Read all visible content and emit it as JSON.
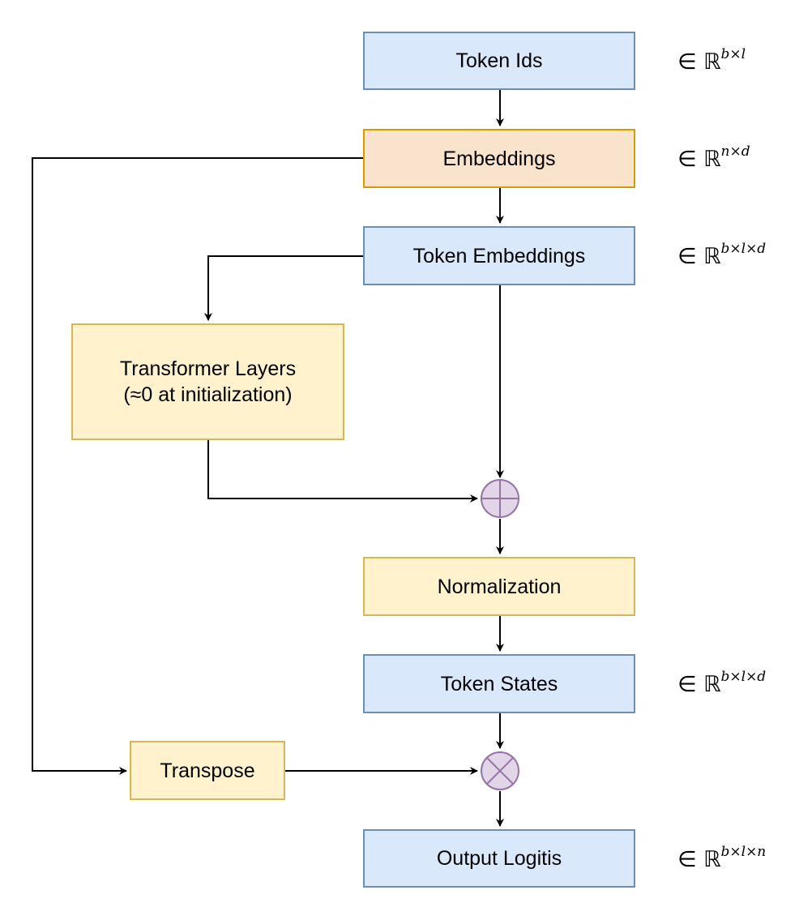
{
  "nodes": {
    "token_ids": "Token Ids",
    "embeddings": "Embeddings",
    "token_embeddings": "Token Embeddings",
    "transformer_layers": "Transformer Layers",
    "transformer_note": "(≈0 at initialization)",
    "normalization": "Normalization",
    "token_states": "Token States",
    "transpose": "Transpose",
    "output_logits": "Output Logitis"
  },
  "dims": {
    "token_ids": {
      "member": "∈ ℝ",
      "shape": "b×l"
    },
    "embeddings": {
      "member": "∈ ℝ",
      "shape": "n×d"
    },
    "token_embeddings": {
      "member": "∈ ℝ",
      "shape": "b×l×d"
    },
    "token_states": {
      "member": "∈ ℝ",
      "shape": "b×l×d"
    },
    "output_logits": {
      "member": "∈ ℝ",
      "shape": "b×l×n"
    }
  },
  "operators": {
    "add": "sum-circle-icon",
    "multiply": "product-circle-icon"
  },
  "colors": {
    "blue_fill": "#dae8fc",
    "blue_stroke": "#6c8ebf",
    "orange_fill": "#fae3cc",
    "orange_stroke": "#d79b00",
    "yellow_fill": "#fff2cc",
    "yellow_stroke": "#d6b656",
    "op_fill": "#e1d5e7",
    "op_stroke": "#9673a6"
  }
}
